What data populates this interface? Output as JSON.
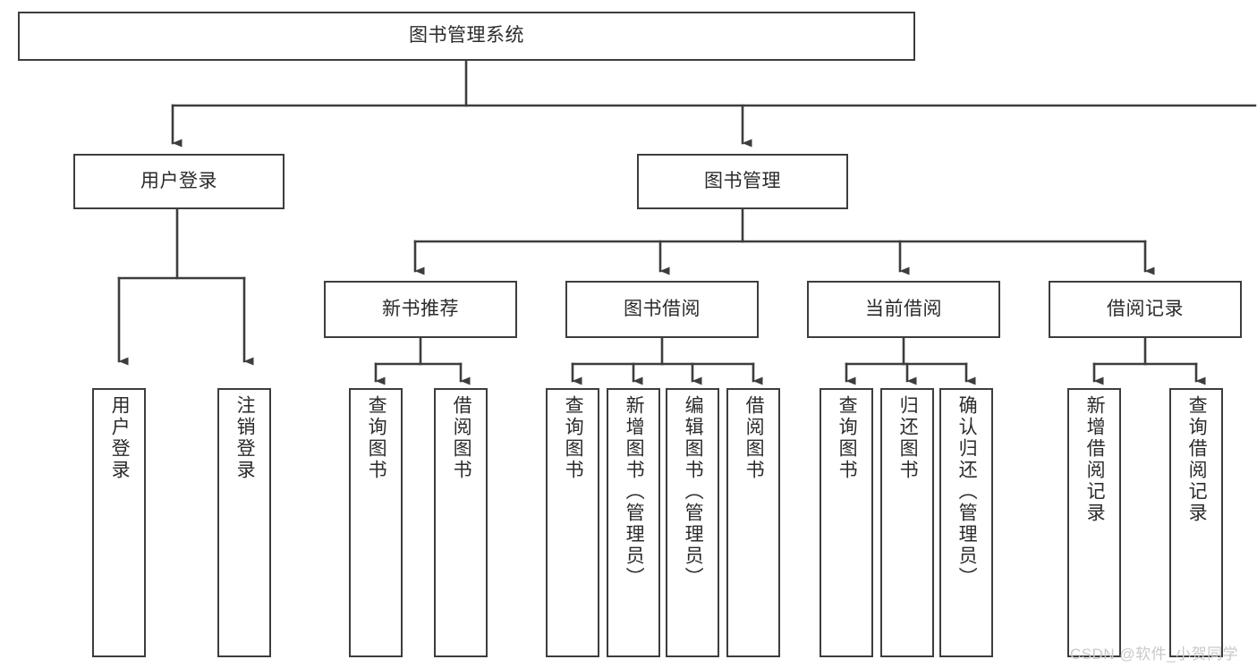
{
  "diagram": {
    "title": "图书管理系统",
    "watermark": "CSDN @软件_小贺同学",
    "colors": {
      "border": "#3d3d3d",
      "line": "#3d3d3d",
      "background": "#ffffff",
      "text": "#2b2b2b",
      "watermark": "#c9c9c9"
    },
    "root": {
      "label": "图书管理系统"
    },
    "level2": [
      {
        "label": "用户登录"
      },
      {
        "label": "图书管理"
      }
    ],
    "level3": [
      {
        "label": "新书推荐"
      },
      {
        "label": "图书借阅"
      },
      {
        "label": "当前借阅"
      },
      {
        "label": "借阅记录"
      }
    ],
    "leaves": {
      "user_login": [
        {
          "label": "用户登录"
        },
        {
          "label": "注销登录"
        }
      ],
      "new_book_recommend": [
        {
          "label": "查询图书"
        },
        {
          "label": "借阅图书"
        }
      ],
      "book_borrow": [
        {
          "label": "查询图书"
        },
        {
          "label": "新增图书（管理员）"
        },
        {
          "label": "编辑图书（管理员）"
        },
        {
          "label": "借阅图书"
        }
      ],
      "current_borrow": [
        {
          "label": "查询图书"
        },
        {
          "label": "归还图书"
        },
        {
          "label": "确认归还（管理员）"
        }
      ],
      "borrow_records": [
        {
          "label": "新增借阅记录"
        },
        {
          "label": "查询借阅记录"
        }
      ]
    }
  }
}
